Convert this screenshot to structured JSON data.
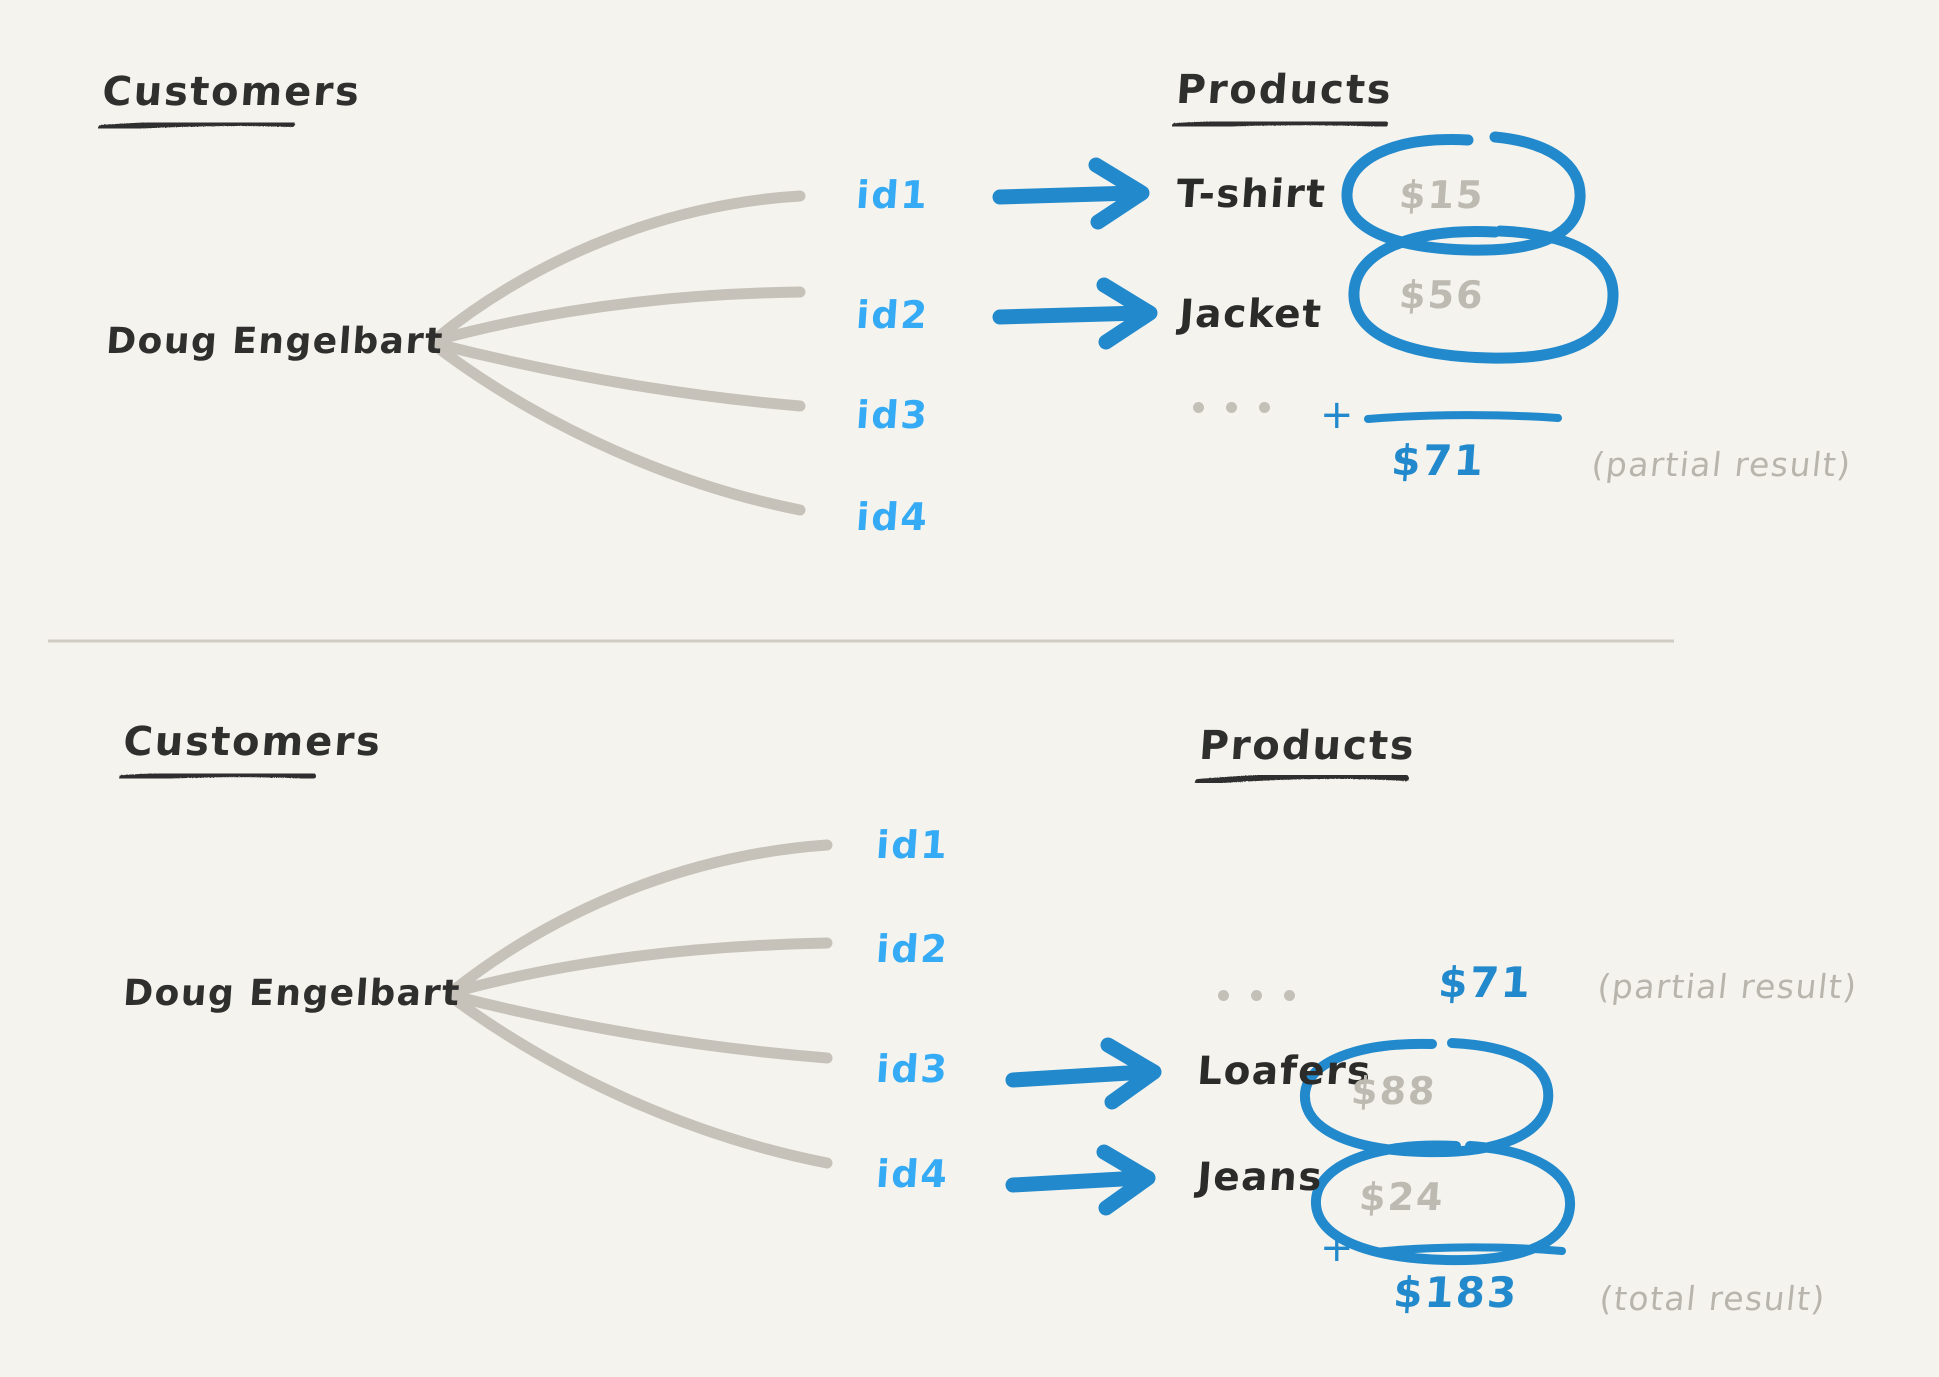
{
  "page": {
    "background_color": "#f4f3ee",
    "ink_dark": "#2f2f2d",
    "ink_blue": "#2189cc",
    "ink_light_blue": "#35aaf5",
    "ink_gray": "#bdbab2",
    "line_gray": "#c6c2b9"
  },
  "panels": [
    {
      "id": "panel-top",
      "headings": {
        "customers": "Customers",
        "products": "Products"
      },
      "customer": "Doug Engelbart",
      "ids": [
        "id1",
        "id2",
        "id3",
        "id4"
      ],
      "rows": [
        {
          "id_label": "id1",
          "product": "T-shirt",
          "price": "$15",
          "circled": true,
          "arrow": true
        },
        {
          "id_label": "id2",
          "product": "Jacket",
          "price": "$56",
          "circled": true,
          "arrow": true
        },
        {
          "id_label": "id3",
          "product": "",
          "price": "",
          "circled": false,
          "arrow": false
        },
        {
          "id_label": "id4",
          "product": "",
          "price": "",
          "circled": false,
          "arrow": false
        }
      ],
      "ellipsis": "...",
      "plus": "+",
      "sum": "$71",
      "note": "(partial result)"
    },
    {
      "id": "panel-bottom",
      "headings": {
        "customers": "Customers",
        "products": "Products"
      },
      "customer": "Doug Engelbart",
      "ids": [
        "id1",
        "id2",
        "id3",
        "id4"
      ],
      "rows": [
        {
          "id_label": "id1",
          "product": "",
          "price": "",
          "circled": false,
          "arrow": false
        },
        {
          "id_label": "id2",
          "product": "",
          "price": "",
          "circled": false,
          "arrow": false
        },
        {
          "id_label": "id3",
          "product": "Loafers",
          "price": "$88",
          "circled": true,
          "arrow": true
        },
        {
          "id_label": "id4",
          "product": "Jeans",
          "price": "$24",
          "circled": true,
          "arrow": true
        }
      ],
      "ellipsis": "...",
      "carried": {
        "value": "$71",
        "note": "(partial result)"
      },
      "plus": "+",
      "sum": "$183",
      "note": "(total result)"
    }
  ]
}
